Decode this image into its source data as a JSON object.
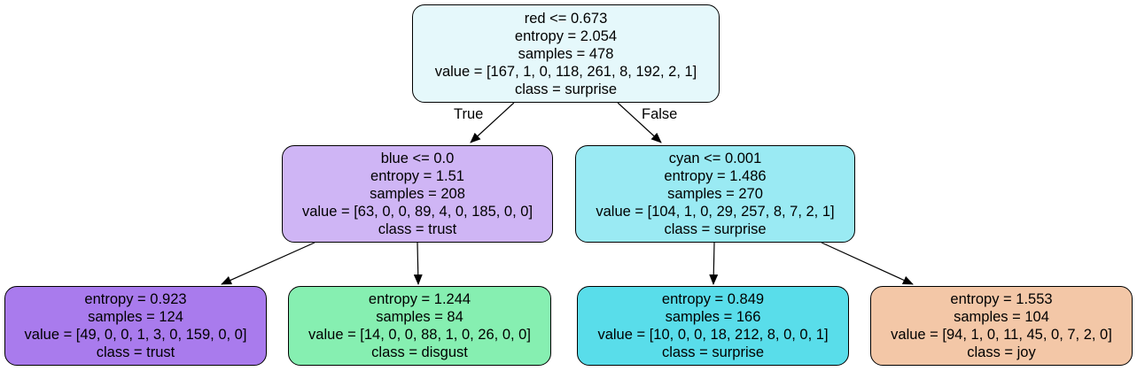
{
  "tree": {
    "root": {
      "split": "red <= 0.673",
      "entropy": "entropy = 2.054",
      "samples": "samples = 478",
      "value": "value = [167, 1, 0, 118, 261, 8, 192, 2, 1]",
      "class": "class = surprise",
      "color": "#e5f8fb"
    },
    "left": {
      "split": "blue <= 0.0",
      "entropy": "entropy = 1.51",
      "samples": "samples = 208",
      "value": "value = [63, 0, 0, 89, 4, 0, 185, 0, 0]",
      "class": "class = trust",
      "color": "#cfb5f5"
    },
    "right": {
      "split": "cyan <= 0.001",
      "entropy": "entropy = 1.486",
      "samples": "samples = 270",
      "value": "value = [104, 1, 0, 29, 257, 8, 7, 2, 1]",
      "class": "class = surprise",
      "color": "#9aeaf3"
    },
    "left_left": {
      "entropy": "entropy = 0.923",
      "samples": "samples = 124",
      "value": "value = [49, 0, 0, 1, 3, 0, 159, 0, 0]",
      "class": "class = trust",
      "color": "#a97bed"
    },
    "left_right": {
      "entropy": "entropy = 1.244",
      "samples": "samples = 84",
      "value": "value = [14, 0, 0, 88, 1, 0, 26, 0, 0]",
      "class": "class = disgust",
      "color": "#86efb1"
    },
    "right_left": {
      "entropy": "entropy = 0.849",
      "samples": "samples = 166",
      "value": "value = [10, 0, 0, 18, 212, 8, 0, 0, 1]",
      "class": "class = surprise",
      "color": "#59ddea"
    },
    "right_right": {
      "entropy": "entropy = 1.553",
      "samples": "samples = 104",
      "value": "value = [94, 1, 0, 11, 45, 0, 7, 2, 0]",
      "class": "class = joy",
      "color": "#f3c7a7"
    }
  },
  "edges": {
    "true_label": "True",
    "false_label": "False"
  }
}
